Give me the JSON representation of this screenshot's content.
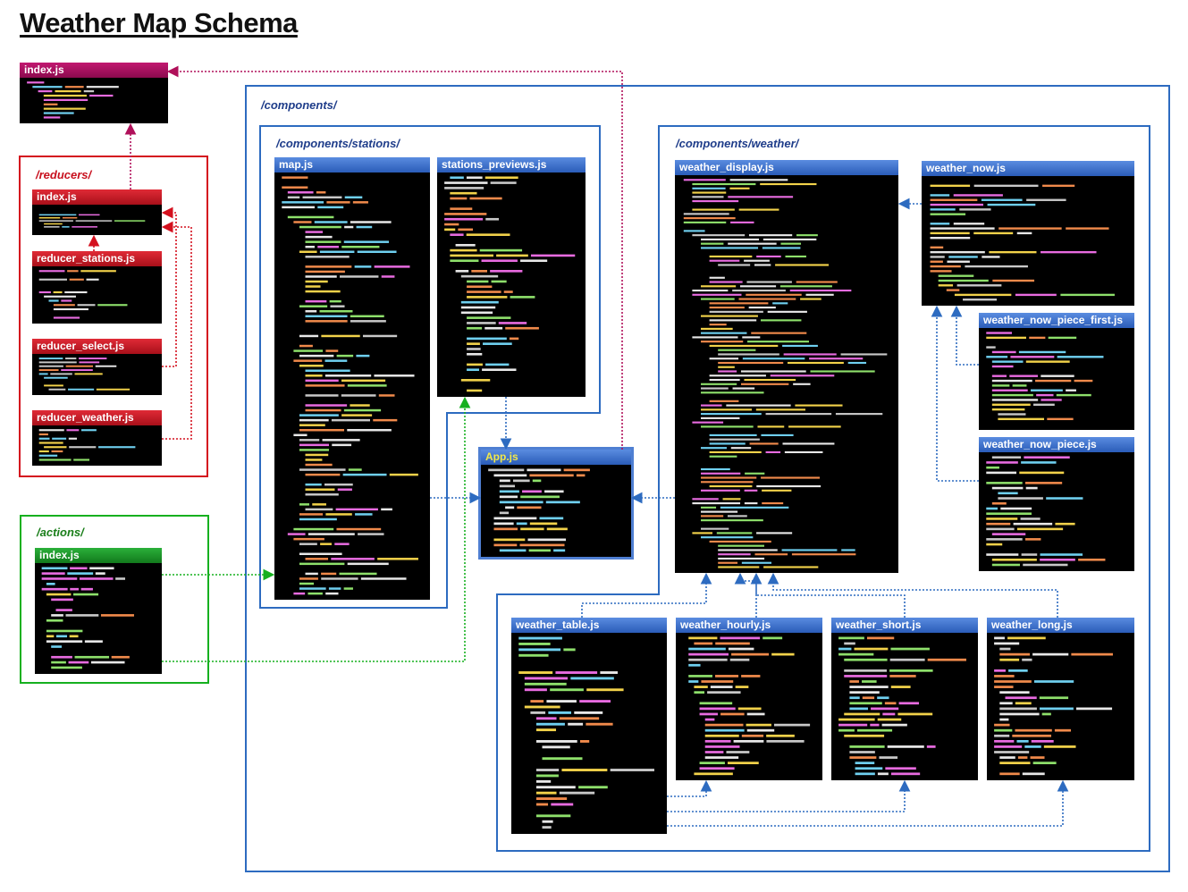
{
  "title": "Weather Map Schema",
  "groups": {
    "reducers": "/reducers/",
    "actions": "/actions/",
    "components": "/components/",
    "stations": "/components/stations/",
    "weather": "/components/weather/"
  },
  "files": {
    "root_index": "index.js",
    "reducers_index": "index.js",
    "reducer_stations": "reducer_stations.js",
    "reducer_select": "reducer_select.js",
    "reducer_weather": "reducer_weather.js",
    "actions_index": "index.js",
    "map": "map.js",
    "stations_previews": "stations_previews.js",
    "app": "App.js",
    "weather_display": "weather_display.js",
    "weather_now": "weather_now.js",
    "weather_now_piece_first": "weather_now_piece_first.js",
    "weather_now_piece": "weather_now_piece.js",
    "weather_table": "weather_table.js",
    "weather_hourly": "weather_hourly.js",
    "weather_short": "weather_short.js",
    "weather_long": "weather_long.js"
  },
  "colors": {
    "reducers": "#d4101e",
    "actions": "#16b01f",
    "components": "#2d6bc0",
    "root_link": "#b0105a"
  }
}
